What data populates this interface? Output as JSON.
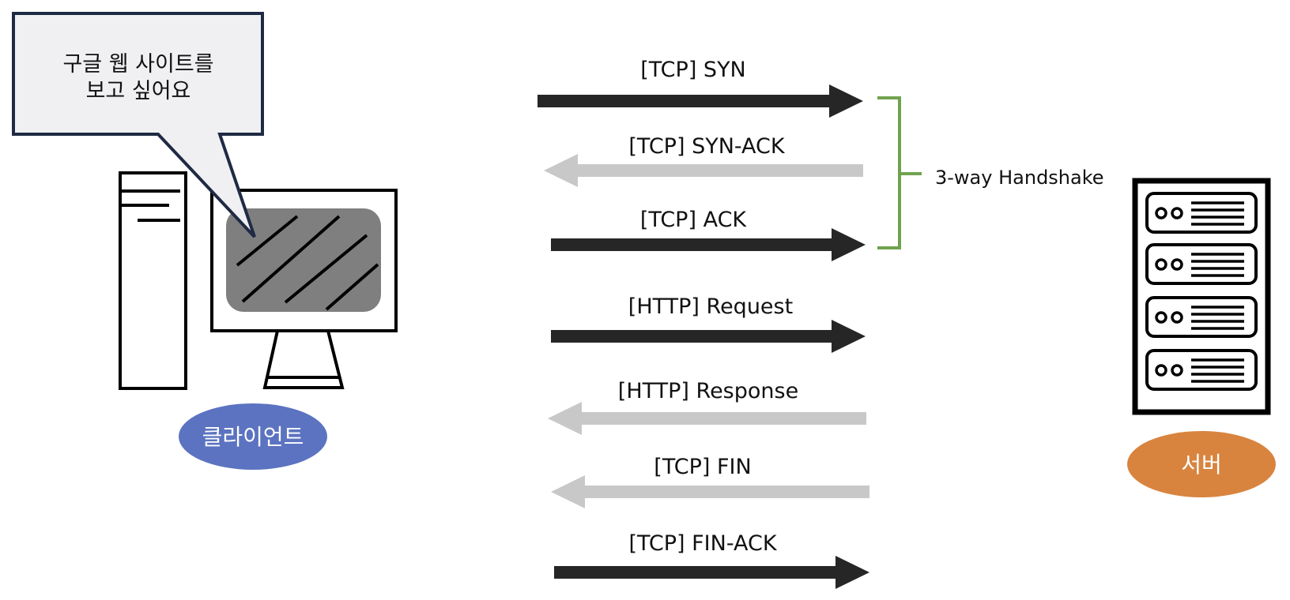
{
  "speech_bubble": {
    "line1": "구글 웹 사이트를",
    "line2": "보고 싶어요"
  },
  "client": {
    "label": "클라이언트",
    "color": "#5B73C0"
  },
  "server": {
    "label": "서버",
    "color": "#D8843F"
  },
  "handshake": {
    "label": "3-way Handshake",
    "color": "#70A24E"
  },
  "messages": [
    {
      "label": "[TCP] SYN",
      "direction": "to-server",
      "color": "#262626"
    },
    {
      "label": "[TCP] SYN-ACK",
      "direction": "to-client",
      "color": "#C8C8C8"
    },
    {
      "label": "[TCP] ACK",
      "direction": "to-server",
      "color": "#262626"
    },
    {
      "label": "[HTTP] Request",
      "direction": "to-server",
      "color": "#262626"
    },
    {
      "label": "[HTTP] Response",
      "direction": "to-client",
      "color": "#C8C8C8"
    },
    {
      "label": "[TCP] FIN",
      "direction": "to-client",
      "color": "#C8C8C8"
    },
    {
      "label": "[TCP] FIN-ACK",
      "direction": "to-server",
      "color": "#262626"
    }
  ]
}
